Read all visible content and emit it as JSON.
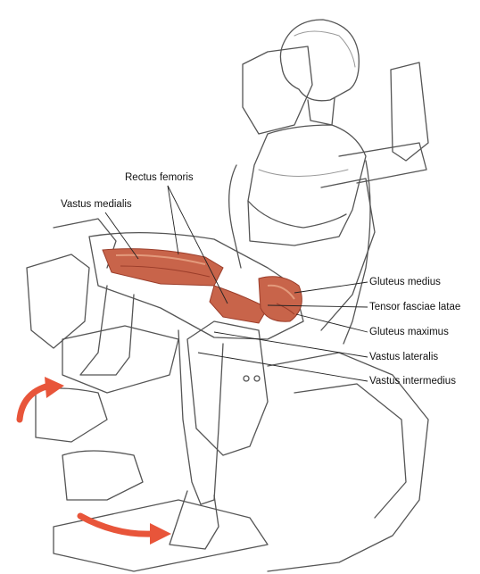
{
  "labels": {
    "rectus_femoris": "Rectus femoris",
    "vastus_medialis": "Vastus medialis",
    "gluteus_medius": "Gluteus medius",
    "tensor_fasciae_latae": "Tensor fasciae latae",
    "gluteus_maximus": "Gluteus maximus",
    "vastus_lateralis": "Vastus lateralis",
    "vastus_intermedius": "Vastus intermedius"
  },
  "colors": {
    "muscle": "#c8644a",
    "muscle_dark": "#9b3d2a",
    "muscle_light": "#e39a7c",
    "arrow": "#e8553a",
    "line_art": "#555555"
  }
}
